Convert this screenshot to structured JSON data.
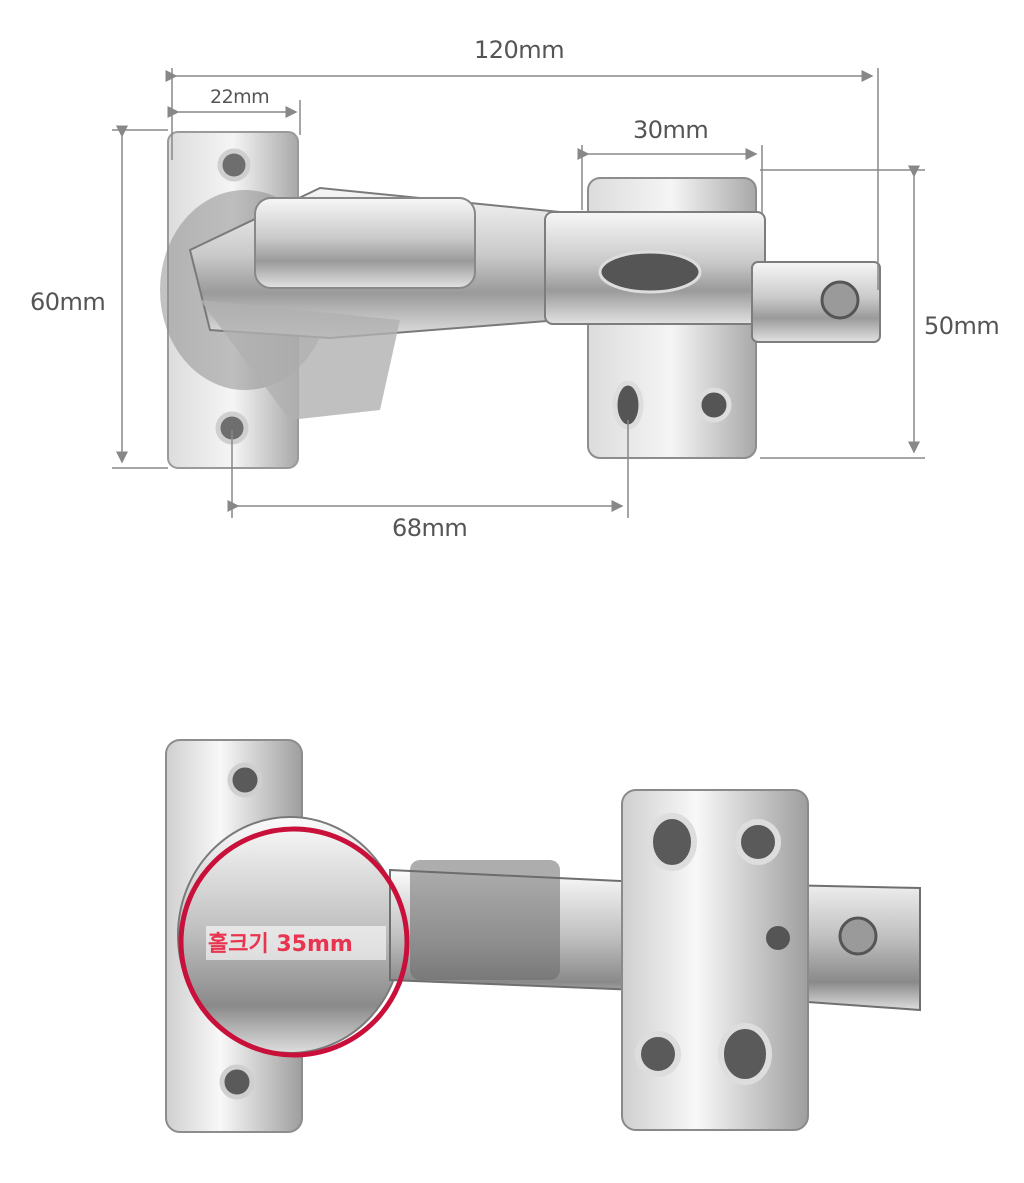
{
  "top_view": {
    "dimensions": {
      "overall_length": "120mm",
      "cup_plate_width": "22mm",
      "mount_slot_width": "30mm",
      "cup_plate_height": "60mm",
      "mount_plate_height": "50mm",
      "hole_spacing": "68mm"
    }
  },
  "bottom_view": {
    "hole_size_label": "홀크기 35mm"
  },
  "colors": {
    "metal_light": "#eeeeee",
    "metal_mid": "#b9b9b9",
    "metal_dark": "#5a5a5a",
    "annotation_red": "#c8103a",
    "dimension_line": "#888888"
  }
}
